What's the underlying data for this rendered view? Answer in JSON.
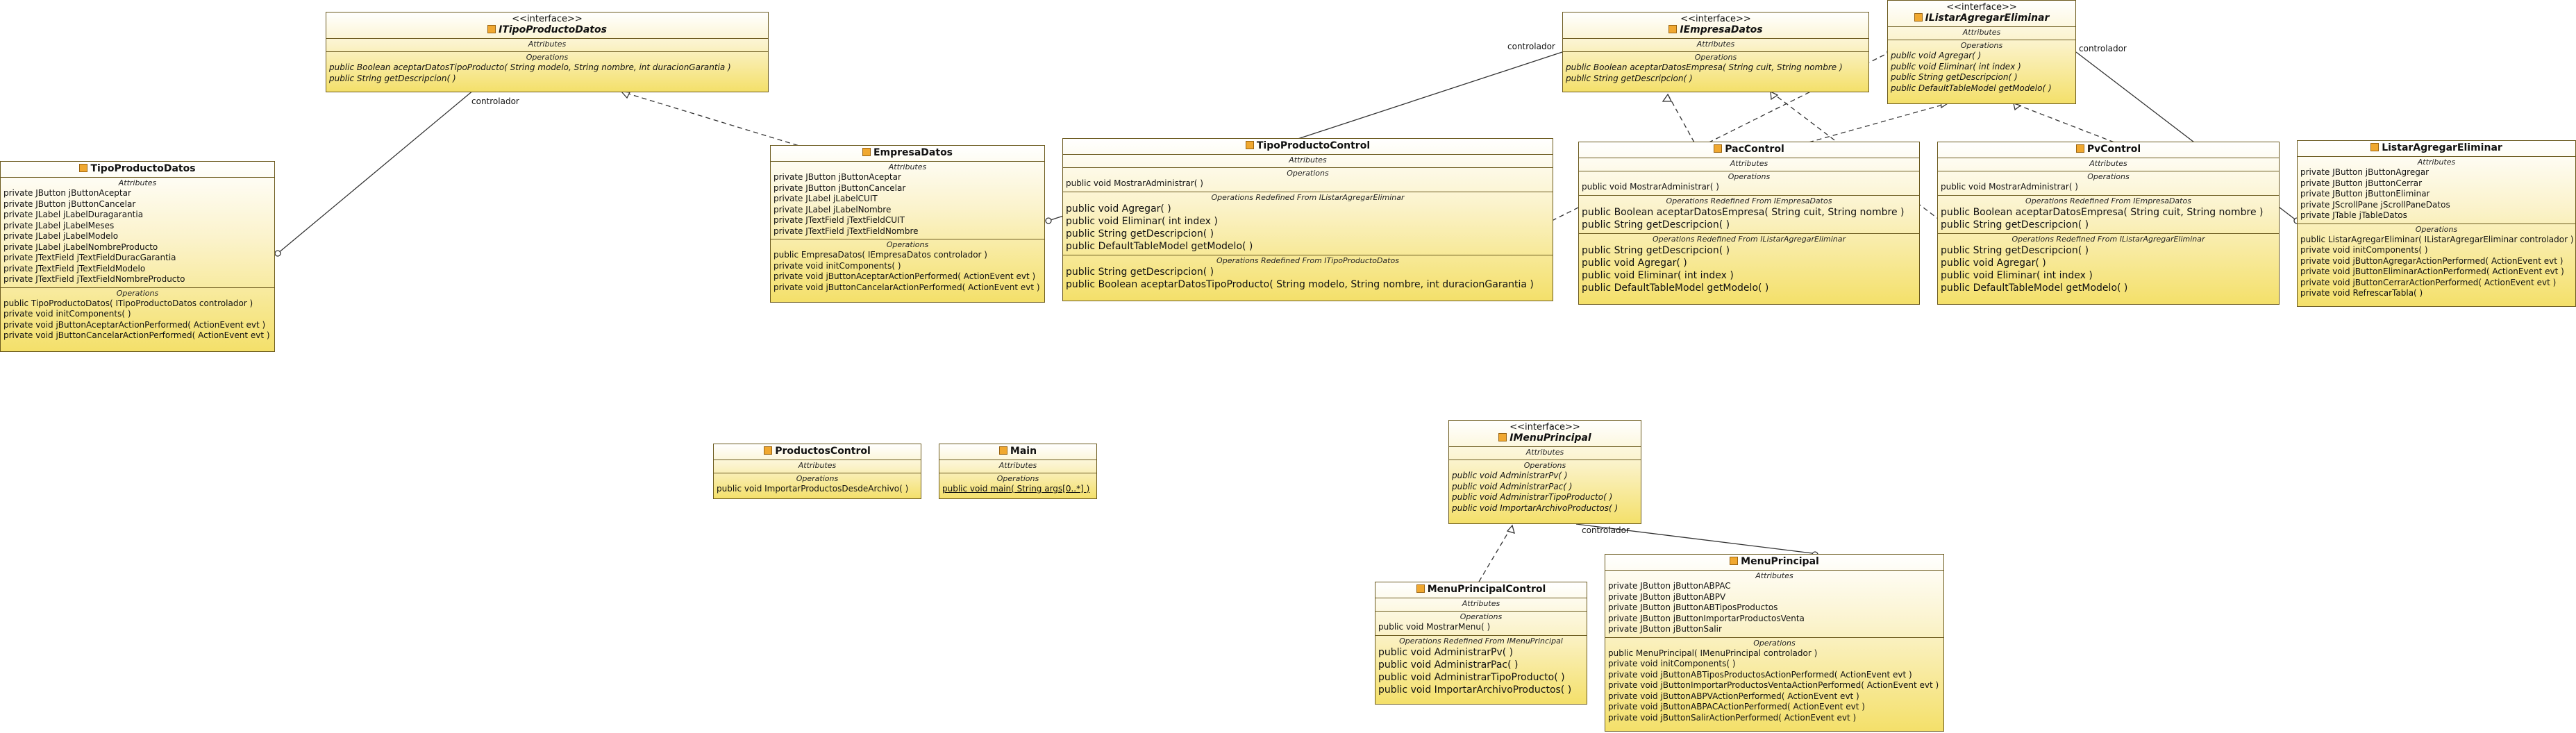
{
  "classes": {
    "itipo": {
      "stereotype": "<<interface>>",
      "name": "ITipoProductoDatos",
      "attributes_title": "Attributes",
      "operations_title": "Operations",
      "operations": [
        "public Boolean  aceptarDatosTipoProducto( String modelo, String nombre, int duracionGarantia )",
        "public String  getDescripcion(  )"
      ]
    },
    "iempresa": {
      "stereotype": "<<interface>>",
      "name": "IEmpresaDatos",
      "attributes_title": "Attributes",
      "operations_title": "Operations",
      "operations": [
        "public Boolean  aceptarDatosEmpresa( String cuit, String nombre )",
        "public String  getDescripcion(  )"
      ]
    },
    "ilistar": {
      "stereotype": "<<interface>>",
      "name": "IListarAgregarEliminar",
      "attributes_title": "Attributes",
      "operations_title": "Operations",
      "operations": [
        "public void  Agregar(  )",
        "public void  Eliminar( int index )",
        "public String  getDescripcion(  )",
        "public DefaultTableModel  getModelo(  )"
      ]
    },
    "tipodatos": {
      "name": "TipoProductoDatos",
      "attributes_title": "Attributes",
      "operations_title": "Operations",
      "attributes": [
        "private JButton jButtonAceptar",
        "private JButton jButtonCancelar",
        "private JLabel jLabelDuragarantia",
        "private JLabel jLabelMeses",
        "private JLabel jLabelModelo",
        "private JLabel jLabelNombreProducto",
        "private JTextField jTextFieldDuracGarantia",
        "private JTextField jTextFieldModelo",
        "private JTextField jTextFieldNombreProducto"
      ],
      "operations": [
        "public TipoProductoDatos( ITipoProductoDatos controlador )",
        "private void  initComponents(  )",
        "private void  jButtonAceptarActionPerformed( ActionEvent evt )",
        "private void  jButtonCancelarActionPerformed( ActionEvent evt )"
      ]
    },
    "empresadatos": {
      "name": "EmpresaDatos",
      "attributes_title": "Attributes",
      "operations_title": "Operations",
      "attributes": [
        "private JButton jButtonAceptar",
        "private JButton jButtonCancelar",
        "private JLabel jLabelCUIT",
        "private JLabel jLabelNombre",
        "private JTextField jTextFieldCUIT",
        "private JTextField jTextFieldNombre"
      ],
      "operations": [
        "public EmpresaDatos( IEmpresaDatos controlador )",
        "private void  initComponents(  )",
        "private void  jButtonAceptarActionPerformed( ActionEvent evt )",
        "private void  jButtonCancelarActionPerformed( ActionEvent evt )"
      ]
    },
    "tipocontrol": {
      "name": "TipoProductoControl",
      "attributes_title": "Attributes",
      "operations_title": "Operations",
      "operations": [
        "public void  MostrarAdministrar(  )"
      ],
      "redef1_title": "Operations Redefined From IListarAgregarEliminar",
      "redef1": [
        "public void  Agregar(  )",
        "public void  Eliminar( int index )",
        "public String  getDescripcion(  )",
        "public DefaultTableModel  getModelo(  )"
      ],
      "redef2_title": "Operations Redefined From ITipoProductoDatos",
      "redef2": [
        "public String  getDescripcion(  )",
        "public Boolean  aceptarDatosTipoProducto( String modelo, String nombre, int duracionGarantia )"
      ]
    },
    "paccontrol": {
      "name": "PacControl",
      "attributes_title": "Attributes",
      "operations_title": "Operations",
      "operations": [
        "public void  MostrarAdministrar(  )"
      ],
      "redef1_title": "Operations Redefined From IEmpresaDatos",
      "redef1": [
        "public Boolean  aceptarDatosEmpresa( String cuit, String nombre )",
        "public String  getDescripcion(  )"
      ],
      "redef2_title": "Operations Redefined From IListarAgregarEliminar",
      "redef2": [
        "public String  getDescripcion(  )",
        "public void  Agregar(  )",
        "public void  Eliminar( int index )",
        "public DefaultTableModel  getModelo(  )"
      ]
    },
    "pvcontrol": {
      "name": "PvControl",
      "attributes_title": "Attributes",
      "operations_title": "Operations",
      "operations": [
        "public void  MostrarAdministrar(  )"
      ],
      "redef1_title": "Operations Redefined From IEmpresaDatos",
      "redef1": [
        "public Boolean  aceptarDatosEmpresa( String cuit, String nombre )",
        "public String  getDescripcion(  )"
      ],
      "redef2_title": "Operations Redefined From IListarAgregarEliminar",
      "redef2": [
        "public String  getDescripcion(  )",
        "public void  Agregar(  )",
        "public void  Eliminar( int index )",
        "public DefaultTableModel  getModelo(  )"
      ]
    },
    "listar": {
      "name": "ListarAgregarEliminar",
      "attributes_title": "Attributes",
      "operations_title": "Operations",
      "attributes": [
        "private JButton jButtonAgregar",
        "private JButton jButtonCerrar",
        "private JButton jButtonEliminar",
        "private JScrollPane jScrollPaneDatos",
        "private JTable jTableDatos"
      ],
      "operations": [
        "public ListarAgregarEliminar( IListarAgregarEliminar controlador )",
        "private void  initComponents(  )",
        "private void  jButtonAgregarActionPerformed( ActionEvent evt )",
        "private void  jButtonEliminarActionPerformed( ActionEvent evt )",
        "private void  jButtonCerrarActionPerformed( ActionEvent evt )",
        "private void  RefrescarTabla(  )"
      ]
    },
    "productos": {
      "name": "ProductosControl",
      "attributes_title": "Attributes",
      "operations_title": "Operations",
      "operations": [
        "public void  ImportarProductosDesdeArchivo(  )"
      ]
    },
    "main": {
      "name": "Main",
      "attributes_title": "Attributes",
      "operations_title": "Operations",
      "operations": [
        "public void  main( String args[0..*] )"
      ]
    },
    "imenu": {
      "stereotype": "<<interface>>",
      "name": "IMenuPrincipal",
      "attributes_title": "Attributes",
      "operations_title": "Operations",
      "operations": [
        "public void  AdministrarPv(  )",
        "public void  AdministrarPac(  )",
        "public void  AdministrarTipoProducto(  )",
        "public void  ImportarArchivoProductos(  )"
      ]
    },
    "menucontrol": {
      "name": "MenuPrincipalControl",
      "attributes_title": "Attributes",
      "operations_title": "Operations",
      "operations": [
        "public void  MostrarMenu(  )"
      ],
      "redef1_title": "Operations Redefined From IMenuPrincipal",
      "redef1": [
        "public void  AdministrarPv(  )",
        "public void  AdministrarPac(  )",
        "public void  AdministrarTipoProducto(  )",
        "public void  ImportarArchivoProductos(  )"
      ]
    },
    "menu": {
      "name": "MenuPrincipal",
      "attributes_title": "Attributes",
      "operations_title": "Operations",
      "attributes": [
        "private JButton jButtonABPAC",
        "private JButton jButtonABPV",
        "private JButton jButtonABTiposProductos",
        "private JButton jButtonImportarProductosVenta",
        "private JButton jButtonSalir"
      ],
      "operations": [
        "public MenuPrincipal( IMenuPrincipal controlador )",
        "private void  initComponents(  )",
        "private void  jButtonABTiposProductosActionPerformed( ActionEvent evt )",
        "private void  jButtonImportarProductosVentaActionPerformed( ActionEvent evt )",
        "private void  jButtonABPVActionPerformed( ActionEvent evt )",
        "private void  jButtonABPACActionPerformed( ActionEvent evt )",
        "private void  jButtonSalirActionPerformed( ActionEvent evt )"
      ]
    }
  },
  "edge_labels": {
    "controlador_tipo": "controlador",
    "controlador_empresa": "controlador",
    "controlador_listar": "controlador",
    "controlador_menu": "controlador"
  }
}
